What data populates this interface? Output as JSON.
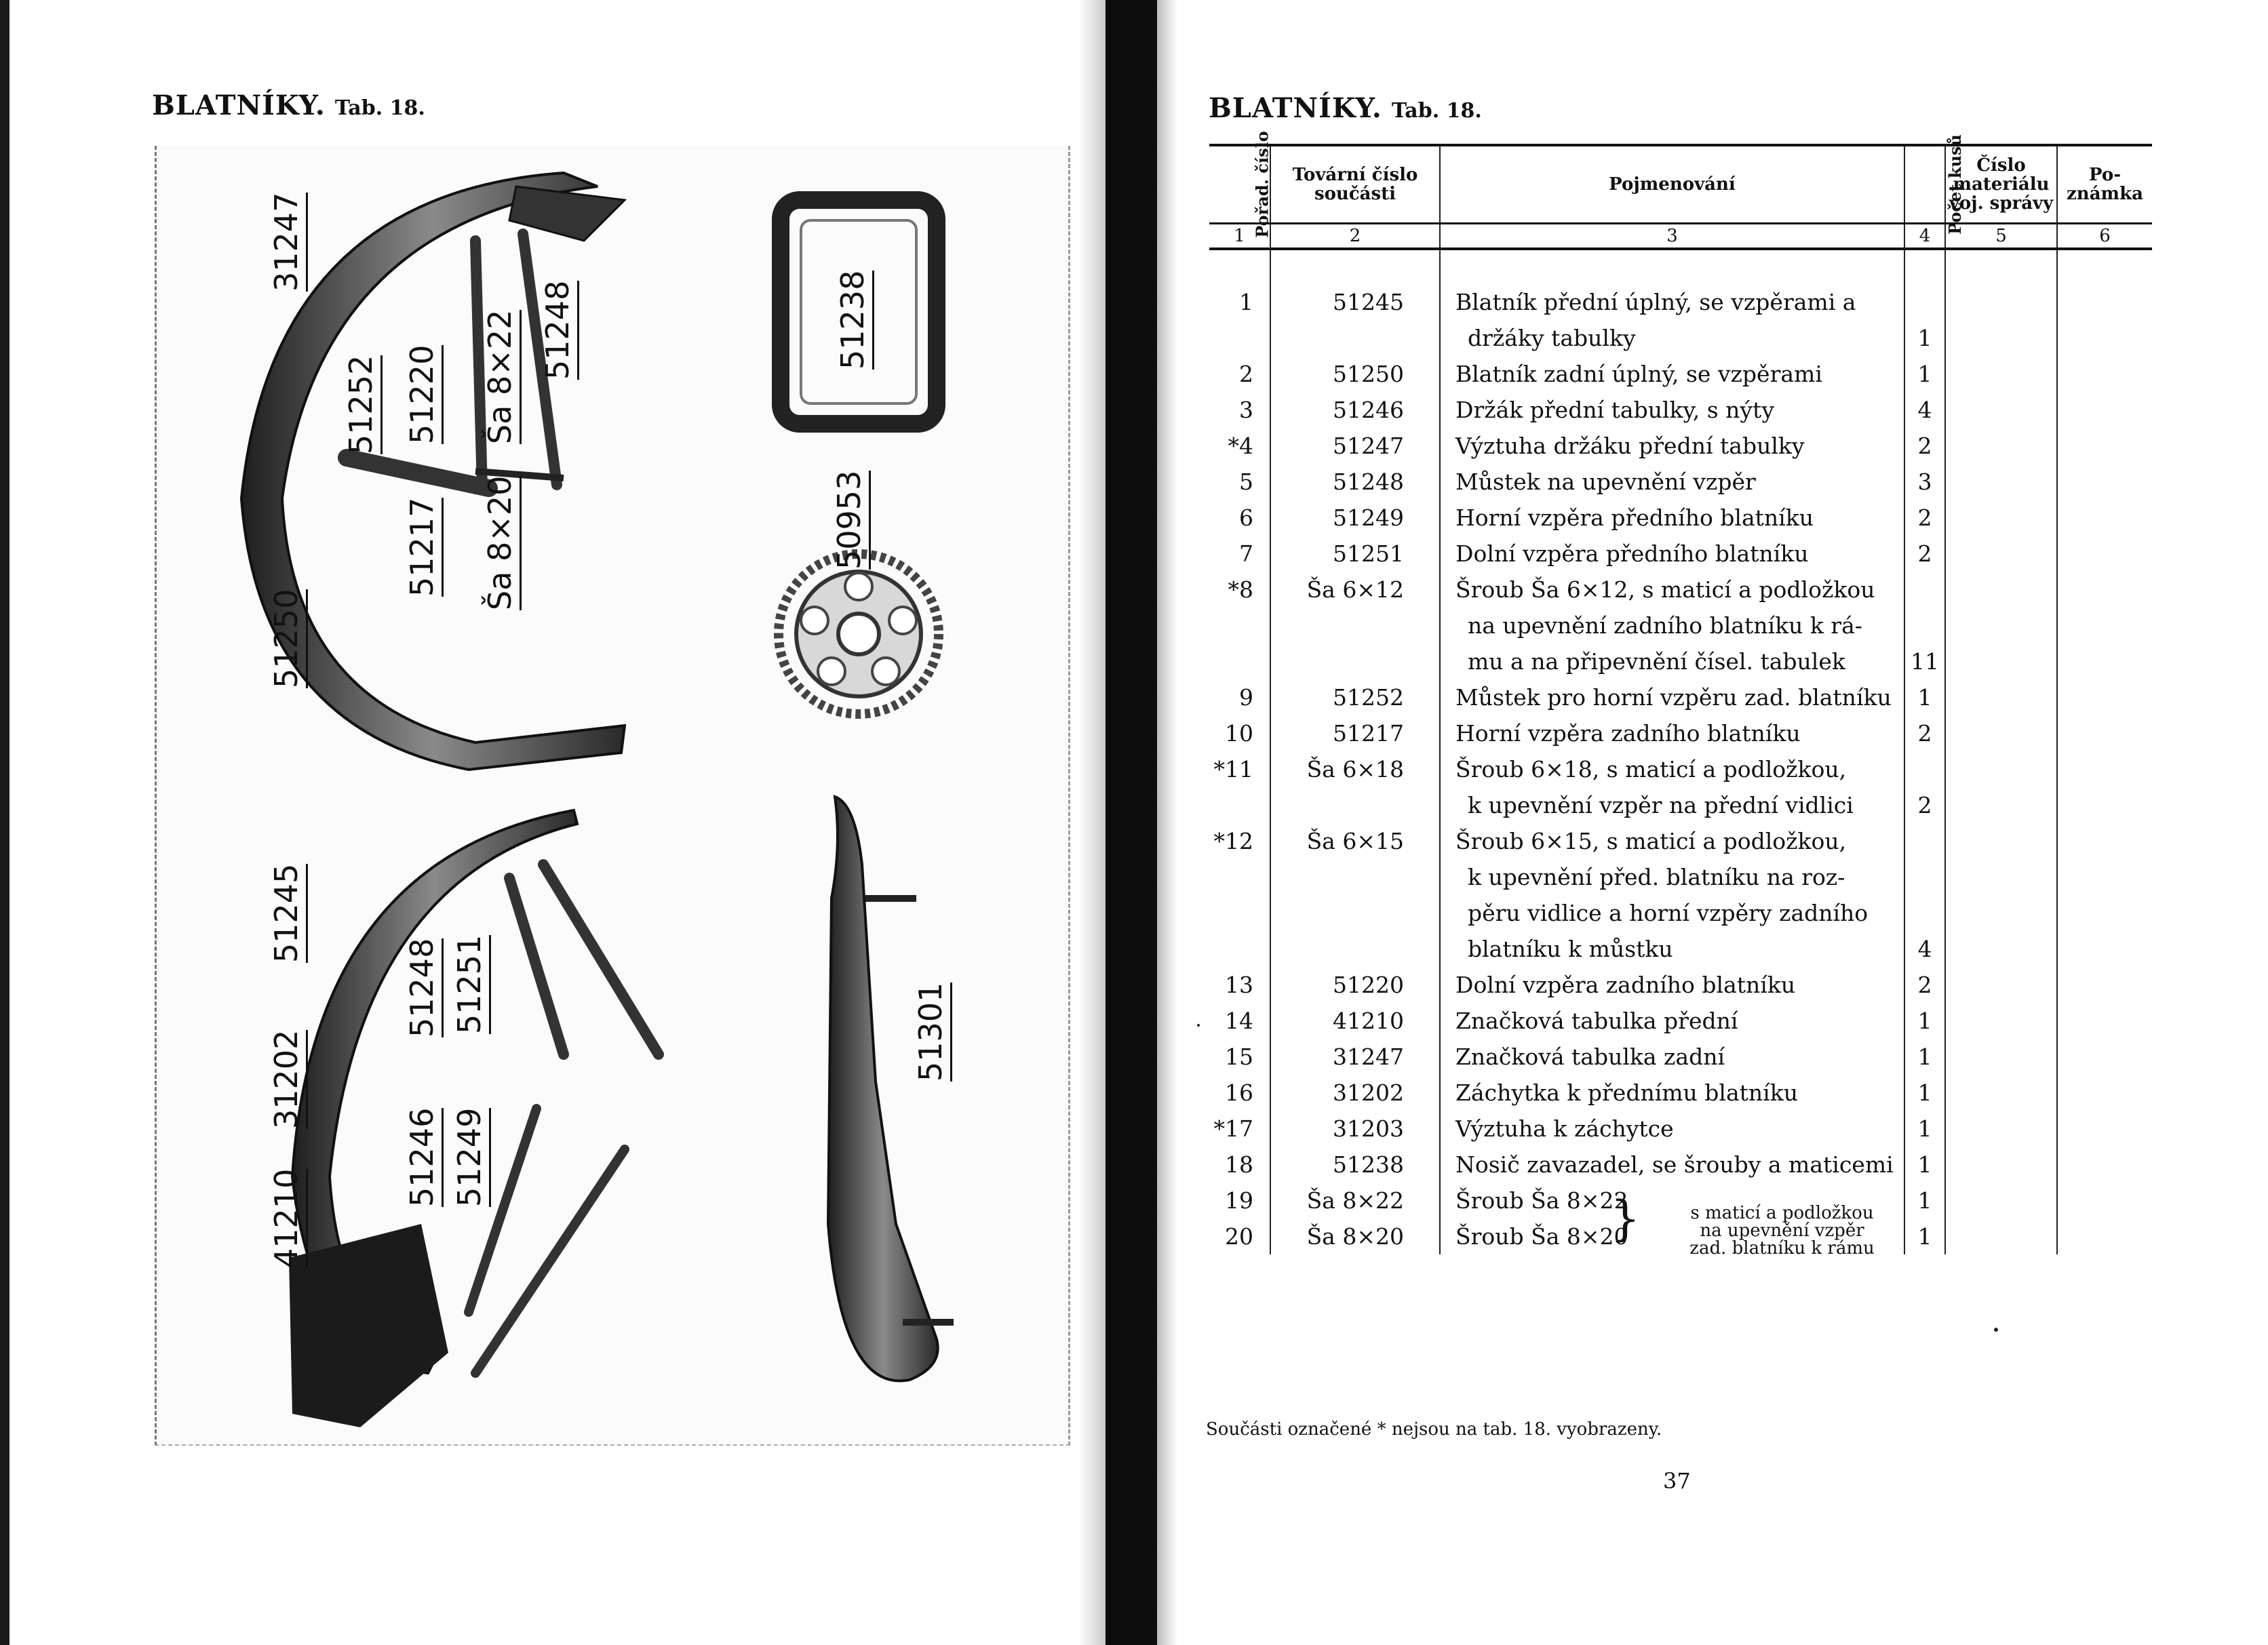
{
  "left_page": {
    "title": "BLATNÍKY.",
    "tab": "Tab. 18.",
    "labels": [
      "31247",
      "51252",
      "51220",
      "Ša 8×22",
      "51248",
      "51238",
      "50953",
      "51217",
      "Ša 8×20",
      "51250",
      "51245",
      "51248",
      "51251",
      "31202",
      "51246",
      "51249",
      "41210",
      "51301"
    ]
  },
  "right_page": {
    "title": "BLATNÍKY.",
    "tab": "Tab. 18.",
    "table": {
      "headers": [
        "Pořad. číslo",
        "Tovární číslo součásti",
        "Pojmenování",
        "Počet kusů",
        "Číslo materiálu voj. správy",
        "Po- známka"
      ],
      "column_numbers": [
        "1",
        "2",
        "3",
        "4",
        "5",
        "6"
      ],
      "rows": [
        {
          "n": "1",
          "f": "51245",
          "name": "Blatník přední úplný, se vzpěrami a",
          "q": ""
        },
        {
          "n": "",
          "f": "",
          "name": "držáky tabulky",
          "q": "1",
          "cont": true
        },
        {
          "n": "2",
          "f": "51250",
          "name": "Blatník zadní úplný, se vzpěrami",
          "q": "1"
        },
        {
          "n": "3",
          "f": "51246",
          "name": "Držák přední tabulky, s nýty",
          "q": "4"
        },
        {
          "n": "*4",
          "f": "51247",
          "name": "Výztuha držáku přední tabulky",
          "q": "2"
        },
        {
          "n": "5",
          "f": "51248",
          "name": "Můstek na upevnění vzpěr",
          "q": "3"
        },
        {
          "n": "6",
          "f": "51249",
          "name": "Horní vzpěra předního blatníku",
          "q": "2"
        },
        {
          "n": "7",
          "f": "51251",
          "name": "Dolní vzpěra předního blatníku",
          "q": "2"
        },
        {
          "n": "*8",
          "f": "Ša 6×12",
          "name": "Šroub Ša 6×12, s maticí a podložkou",
          "q": ""
        },
        {
          "n": "",
          "f": "",
          "name": "na upevnění zadního blatníku k rá-",
          "q": "",
          "cont": true
        },
        {
          "n": "",
          "f": "",
          "name": "mu a na připevnění čísel. tabulek",
          "q": "11",
          "cont": true
        },
        {
          "n": "9",
          "f": "51252",
          "name": "Můstek pro horní vzpěru zad. blatníku",
          "q": "1"
        },
        {
          "n": "10",
          "f": "51217",
          "name": "Horní vzpěra zadního blatníku",
          "q": "2"
        },
        {
          "n": "*11",
          "f": "Ša 6×18",
          "name": "Šroub 6×18, s maticí a podložkou,",
          "q": ""
        },
        {
          "n": "",
          "f": "",
          "name": "k upevnění vzpěr na přední vidlici",
          "q": "2",
          "cont": true
        },
        {
          "n": "*12",
          "f": "Ša 6×15",
          "name": "Šroub 6×15, s maticí a podložkou,",
          "q": ""
        },
        {
          "n": "",
          "f": "",
          "name": "k upevnění před. blatníku na roz-",
          "q": "",
          "cont": true
        },
        {
          "n": "",
          "f": "",
          "name": "pěru vidlice a horní vzpěry zadního",
          "q": "",
          "cont": true
        },
        {
          "n": "",
          "f": "",
          "name": "blatníku k můstku",
          "q": "4",
          "cont": true
        },
        {
          "n": "13",
          "f": "51220",
          "name": "Dolní vzpěra zadního blatníku",
          "q": "2"
        },
        {
          "n": "14",
          "f": "41210",
          "name": "Značková tabulka přední",
          "q": "1"
        },
        {
          "n": "15",
          "f": "31247",
          "name": "Značková tabulka zadní",
          "q": "1"
        },
        {
          "n": "16",
          "f": "31202",
          "name": "Záchytka k přednímu blatníku",
          "q": "1"
        },
        {
          "n": "*17",
          "f": "31203",
          "name": "Výztuha k záchytce",
          "q": "1"
        },
        {
          "n": "18",
          "f": "51238",
          "name": "Nosič zavazadel, se šrouby a maticemi",
          "q": "1"
        },
        {
          "n": "19",
          "f": "Ša 8×22",
          "name": "Šroub Ša 8×22",
          "q": "1"
        },
        {
          "n": "20",
          "f": "Ša 8×20",
          "name": "Šroub Ša 8×20",
          "q": "1"
        }
      ],
      "brace_note": [
        "s maticí a podložkou",
        "na upevnění vzpěr",
        "zad. blatníku k rámu"
      ]
    },
    "footnote": "Součásti označené * nejsou na tab. 18. vyobrazeny.",
    "page_number": "37"
  }
}
